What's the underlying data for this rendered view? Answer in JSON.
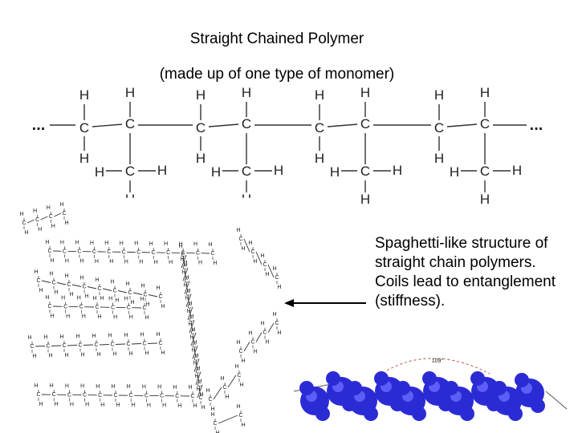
{
  "title": "Straight Chained Polymer",
  "subtitle": "(made up of one type of monomer)",
  "ellipsis": "...",
  "atoms": {
    "carbon": "C",
    "hydrogen": "H"
  },
  "caption": "Spaghetti-like structure of straight chain polymers. Coils lead to entanglement (stiffness).",
  "model_label": "109°",
  "colors": {
    "bond": "#333333",
    "sphere": "#2b2bd6",
    "sphere_light": "#6a6aff"
  }
}
